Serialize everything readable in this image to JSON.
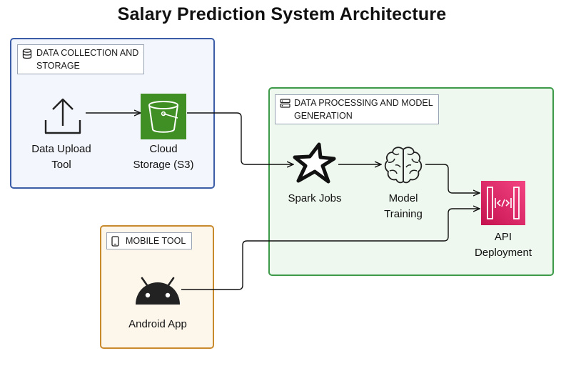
{
  "title": "Salary Prediction System Architecture",
  "groups": {
    "data": {
      "label": "DATA COLLECTION AND STORAGE",
      "icon": "database-icon",
      "border": "#3b5da8"
    },
    "processing": {
      "label": "DATA PROCESSING AND MODEL GENERATION",
      "icon": "server-icon",
      "border": "#3c9a49"
    },
    "mobile": {
      "label": "MOBILE TOOL",
      "icon": "mobile-phone-icon",
      "border": "#c98a2e"
    }
  },
  "nodes": {
    "upload": {
      "line1": "Data Upload",
      "line2": "Tool",
      "icon": "upload-icon"
    },
    "storage": {
      "line1": "Cloud",
      "line2": "Storage (S3)",
      "icon": "s3-bucket-icon",
      "color": "#3f8f24"
    },
    "spark": {
      "line1": "Spark Jobs",
      "icon": "spark-star-icon"
    },
    "training": {
      "line1": "Model",
      "line2": "Training",
      "icon": "brain-icon"
    },
    "api": {
      "line1": "API",
      "line2": "Deployment",
      "icon": "api-gateway-icon",
      "color": "#e7156b"
    },
    "android": {
      "line1": "Android App",
      "icon": "android-icon"
    }
  }
}
